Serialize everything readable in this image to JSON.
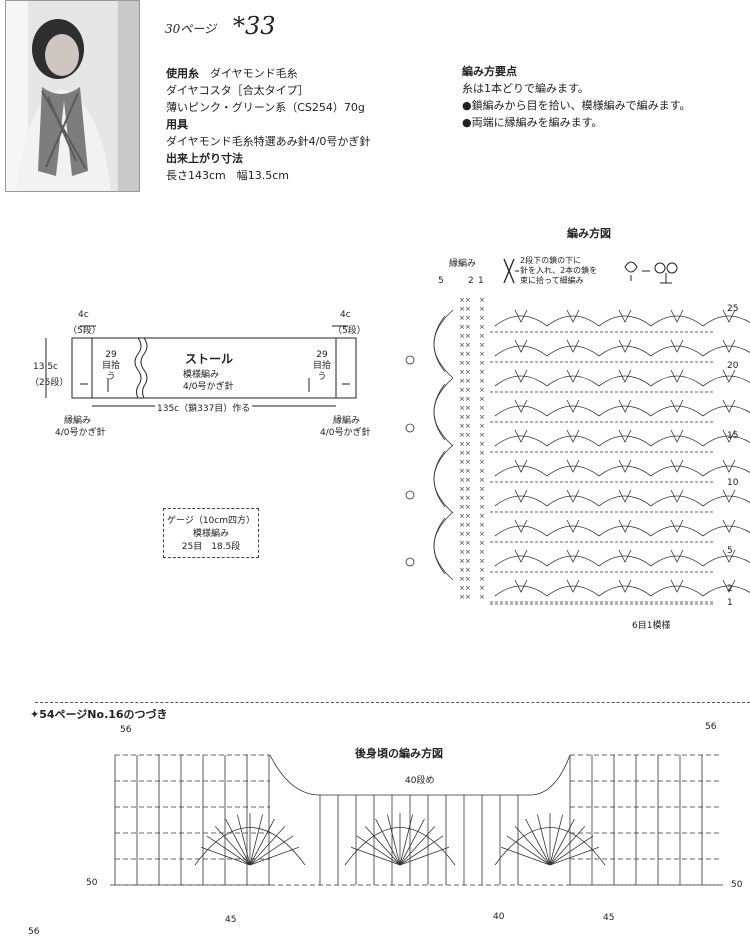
{
  "header": {
    "page_ref": "30ページ",
    "item_no": "*33"
  },
  "materials": {
    "yarn_heading": "使用糸",
    "yarn_brand": "ダイヤモンド毛糸",
    "yarn_name": "ダイヤコスタ［合太タイプ］",
    "yarn_color": "薄いピンク・グリーン系（CS254）70g",
    "tools_heading": "用具",
    "tools_value": "ダイヤモンド毛糸特選あみ針4/0号かぎ針",
    "size_heading": "出来上がり寸法",
    "size_value": "長さ143cm　幅13.5cm"
  },
  "points": {
    "heading": "編み方要点",
    "lines": [
      "糸は1本どりで編みます。",
      "●鎖編みから目を拾い、模様編みで編みます。",
      "●両端に縁編みを編みます。"
    ]
  },
  "schematic": {
    "title": "ストール",
    "pattern": "模様編み",
    "hook": "4/0号かぎ針",
    "left_width": "4c",
    "left_rows": "（5段）",
    "right_width": "4c",
    "right_rows": "（5段）",
    "height": "13.5c",
    "height_rows": "（25段）",
    "pick_left": "29目拾う",
    "pick_right": "29目拾う",
    "length": "135c（鎖337目）作る",
    "edge_left": "縁編み",
    "edge_left_hook": "4/0号かぎ針",
    "edge_right": "縁編み",
    "edge_right_hook": "4/0号かぎ針"
  },
  "gauge": {
    "title": "ゲージ（10cm四方）",
    "pattern": "模様編み",
    "value": "25目　18.5段"
  },
  "diagram": {
    "title": "編み方図",
    "edge_label": "縁編み",
    "edge_rows": [
      "5",
      "2",
      "1"
    ],
    "legend_text": [
      "2段下の鎖の下に",
      "針を入れ、2本の鎖を",
      "束に拾って細編み"
    ],
    "row_labels": [
      "25",
      "20",
      "15",
      "10",
      "5",
      "2",
      "1"
    ],
    "repeat": "6目1模様"
  },
  "continuation": {
    "heading": "54ページNo.16のつづき",
    "title": "後身頃の編み方図",
    "row40": "40段め",
    "left_top": "56",
    "right_top": "56",
    "left_row": "50",
    "right_row": "50",
    "bottom_marks": [
      "45",
      "40",
      "45"
    ]
  },
  "footer": {
    "page_number": "56"
  }
}
